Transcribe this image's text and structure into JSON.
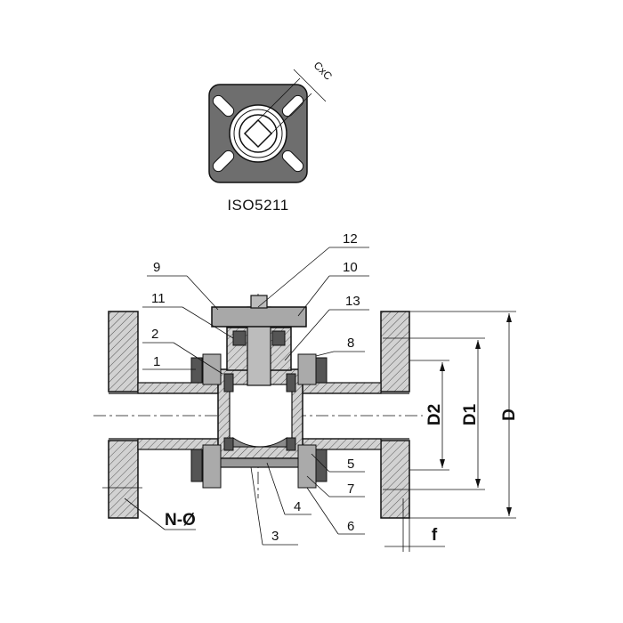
{
  "flange_standard": "ISO5211",
  "square_size_label": "CxC",
  "part_numbers": {
    "p1": "1",
    "p2": "2",
    "p3": "3",
    "p4": "4",
    "p5": "5",
    "p6": "6",
    "p7": "7",
    "p8": "8",
    "p9": "9",
    "p10": "10",
    "p11": "11",
    "p12": "12",
    "p13": "13"
  },
  "dimensions": {
    "D": "D",
    "D1": "D1",
    "D2": "D2",
    "f": "f",
    "N": "N-Ø"
  },
  "colors": {
    "line": "#111111",
    "hatch_fill": "#c4c4c4",
    "plate_fill": "#6e6e6e",
    "stem_fill": "#bcbcbc"
  }
}
